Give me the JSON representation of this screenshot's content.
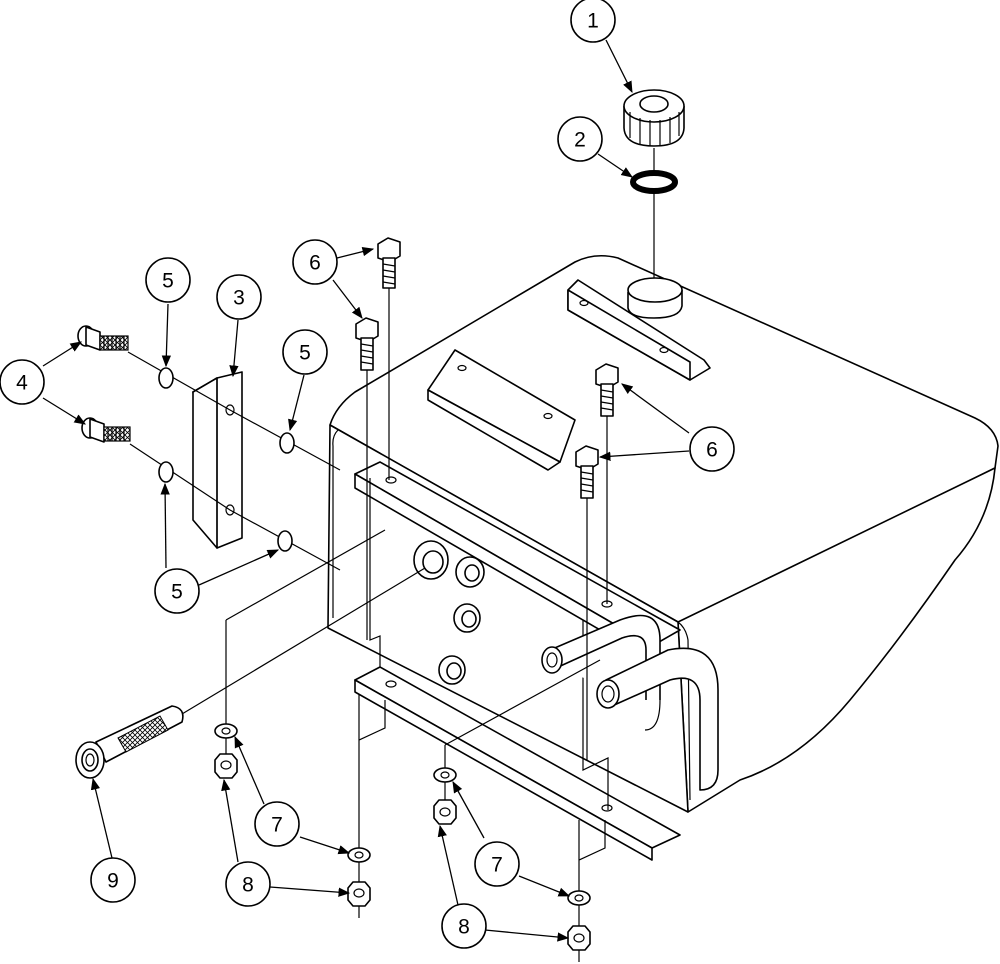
{
  "callouts": {
    "c1": "1",
    "c2": "2",
    "c3": "3",
    "c4": "4",
    "c5a": "5",
    "c5b": "5",
    "c5c": "5",
    "c6a": "6",
    "c6b": "6",
    "c7a": "7",
    "c7b": "7",
    "c8a": "8",
    "c8b": "8",
    "c9": "9"
  },
  "colors": {
    "line": "#000000",
    "background": "#ffffff"
  }
}
